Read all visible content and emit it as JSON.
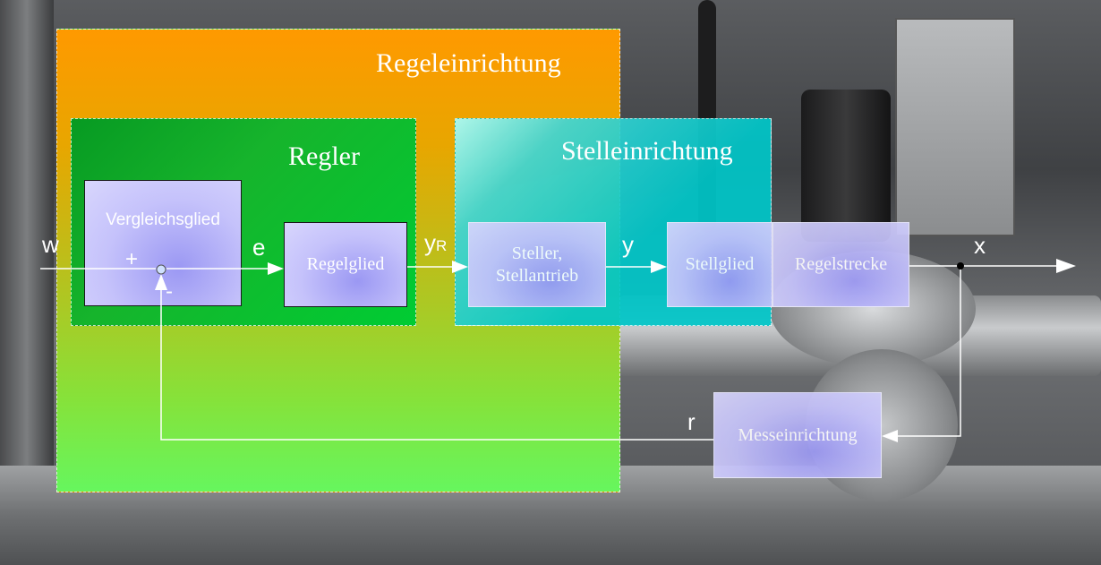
{
  "diagram": {
    "groups": {
      "regeleinrichtung": "Regeleinrichtung",
      "regler": "Regler",
      "stelleinrichtung": "Stelleinrichtung"
    },
    "blocks": {
      "vergleichsglied": "Vergleichsglied",
      "regelglied": "Regelglied",
      "steller": "Steller,\nStellantrieb",
      "stellglied": "Stellglied",
      "regelstrecke": "Regelstrecke",
      "messeinrichtung": "Messeinrichtung"
    },
    "signals": {
      "w": "w",
      "e": "e",
      "yR_main": "y",
      "yR_sub": "R",
      "y": "y",
      "x": "x",
      "r": "r",
      "plus": "+",
      "minus": "-"
    },
    "colors": {
      "regeleinrichtung_top": "#ff9900",
      "regeleinrichtung_bottom": "#66f65e",
      "regler": "#00cc33",
      "stelleinrichtung": "#00c7c9",
      "block_fill": "#c5c2fb",
      "wire": "#ffffff"
    }
  }
}
